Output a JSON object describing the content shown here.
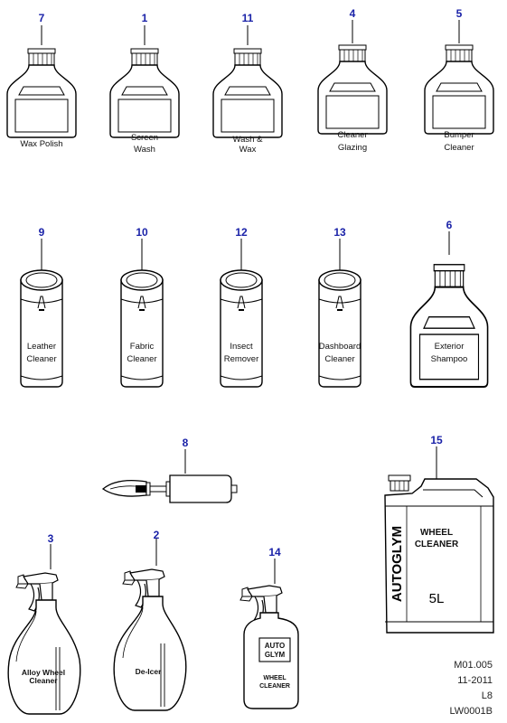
{
  "parts": {
    "p7": {
      "callout": "7",
      "label": [
        "Wax Polish"
      ]
    },
    "p1": {
      "callout": "1",
      "label": [
        "Screen",
        "Wash"
      ]
    },
    "p11": {
      "callout": "11",
      "label": [
        "Wash &",
        "Wax"
      ]
    },
    "p4": {
      "callout": "4",
      "label": [
        "Cleaner",
        "Glazing"
      ]
    },
    "p5": {
      "callout": "5",
      "label": [
        "Bumper",
        "Cleaner"
      ]
    },
    "p9": {
      "callout": "9",
      "label": [
        "Leather",
        "Cleaner"
      ]
    },
    "p10": {
      "callout": "10",
      "label": [
        "Fabric",
        "Cleaner"
      ]
    },
    "p12": {
      "callout": "12",
      "label": [
        "Insect",
        "Remover"
      ]
    },
    "p13": {
      "callout": "13",
      "label": [
        "Dashboard",
        "Cleaner"
      ]
    },
    "p6": {
      "callout": "6",
      "label": [
        "Exterior",
        "Shampoo"
      ]
    },
    "p8": {
      "callout": "8"
    },
    "p15": {
      "callout": "15",
      "brand": "AUTOGLYM",
      "label": [
        "WHEEL",
        "CLEANER"
      ],
      "volume": "5L"
    },
    "p3": {
      "callout": "3",
      "label": [
        "Alloy Wheel",
        "Cleaner"
      ]
    },
    "p2": {
      "callout": "2",
      "label": [
        "De-Icer"
      ]
    },
    "p14": {
      "callout": "14",
      "badge": [
        "AUTO",
        "GLYM"
      ],
      "label": [
        "WHEEL",
        "CLEANER"
      ]
    }
  },
  "reference": {
    "lines": [
      "M01.005",
      "11-2011",
      "L8",
      "LW0001B"
    ]
  }
}
